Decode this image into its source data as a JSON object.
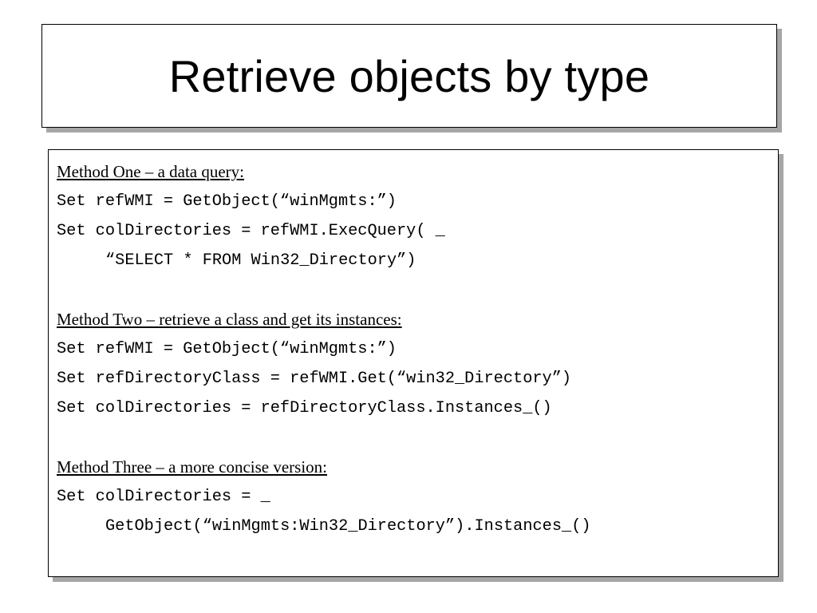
{
  "slide": {
    "title": "Retrieve objects by type"
  },
  "content": {
    "method_one": {
      "heading": "Method One – a data query:",
      "lines": [
        "Set refWMI = GetObject(“winMgmts:”)",
        "Set colDirectories = refWMI.ExecQuery( _",
        "“SELECT * FROM Win32_Directory”)"
      ]
    },
    "method_two": {
      "heading": "Method Two – retrieve a class and get its instances:",
      "lines": [
        "Set refWMI = GetObject(“winMgmts:”)",
        "Set refDirectoryClass = refWMI.Get(“win32_Directory”)",
        "Set colDirectories = refDirectoryClass.Instances_()"
      ]
    },
    "method_three": {
      "heading": "Method Three – a more concise version:",
      "lines": [
        "Set colDirectories = _",
        "GetObject(“winMgmts:Win32_Directory”).Instances_()"
      ]
    }
  }
}
